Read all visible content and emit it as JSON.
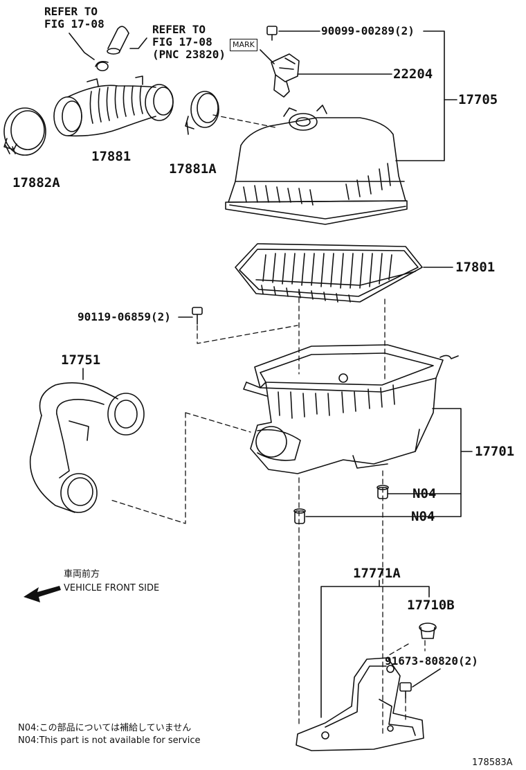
{
  "refer_a": [
    "REFER TO",
    "FIG 17-08"
  ],
  "refer_b": [
    "REFER TO",
    "FIG 17-08",
    "(PNC 23820)"
  ],
  "mark_label": "MARK",
  "parts": {
    "p90099": "90099-00289(2)",
    "p22204": "22204",
    "p17705": "17705",
    "p17881": "17881",
    "p17881a": "17881A",
    "p17882a": "17882A",
    "p17801": "17801",
    "p90119": "90119-06859(2)",
    "p17751": "17751",
    "p17701": "17701",
    "n04a": "N04",
    "n04b": "N04",
    "p17771a": "17771A",
    "p17710b": "17710B",
    "p91673": "91673-80820(2)"
  },
  "vehicle_front": {
    "jp": "車両前方",
    "en": "VEHICLE FRONT SIDE"
  },
  "notes": {
    "jp": "N04:この部品については補給していません",
    "en": "N04:This part is not available for service"
  },
  "figure_id": "178583A",
  "colors": {
    "ink": "#111111",
    "paper": "#ffffff"
  }
}
